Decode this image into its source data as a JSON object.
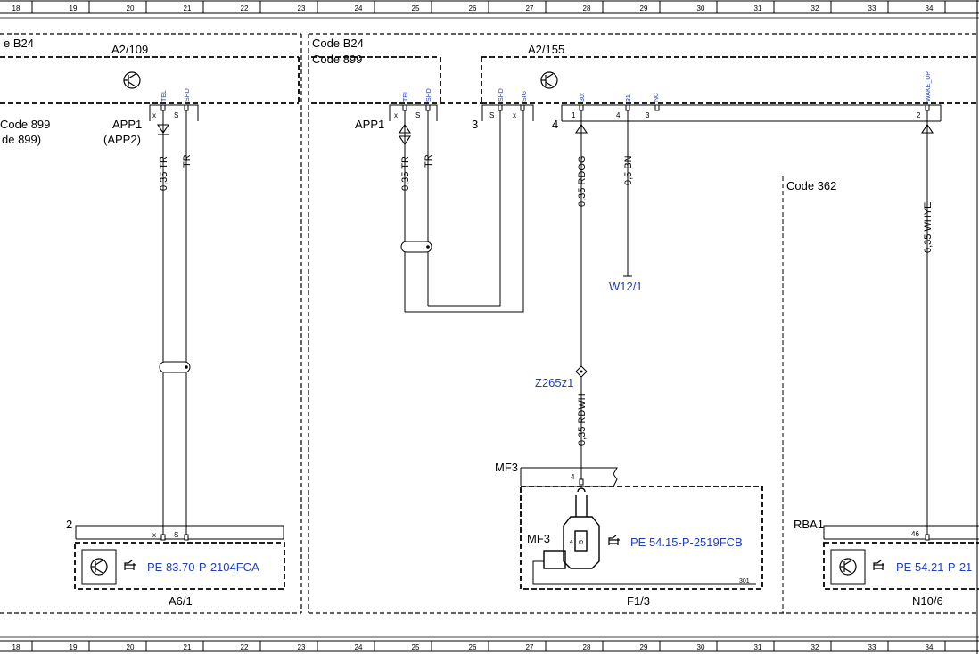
{
  "grid": {
    "columns": [
      "18",
      "19",
      "20",
      "21",
      "22",
      "23",
      "24",
      "25",
      "26",
      "27",
      "28",
      "29",
      "30",
      "31",
      "32",
      "33",
      "34"
    ]
  },
  "colors": {
    "link": "#1f3fbf",
    "line": "#000000"
  },
  "labels": {
    "code_b24_left": "e B24",
    "a2_109": "A2/109",
    "code_b24": "Code B24",
    "code_899": "Code 899",
    "a2_155": "A2/155",
    "code_899_left": "Code 899",
    "code_899_left2": "de 899)",
    "app1_left": "APP1",
    "app2_left": "(APP2)",
    "app1_mid": "APP1",
    "num_3": "3",
    "num_4": "4",
    "code_362": "Code 362",
    "num_2": "2",
    "mf3_top": "MF3",
    "mf3_inner": "MF3",
    "rba1": "RBA1",
    "a6_1": "A6/1",
    "f1_3": "F1/3",
    "n10_6": "N10/6"
  },
  "pins": {
    "tel1": "TEL",
    "shd1": "SHD",
    "tel2": "TEL",
    "shd2": "SHD",
    "shd3": "SHD",
    "sig3": "SIG",
    "p301": "30t",
    "p31": "31",
    "pnc": "NC",
    "wake": "WAKE_UP"
  },
  "connectors": {
    "x1": "x",
    "s1": "S",
    "x2": "x",
    "s2": "S",
    "s3": "S",
    "x3": "x",
    "n1": "1",
    "n4": "4",
    "n3": "3",
    "n2": "2",
    "xb": "x",
    "sb": "S",
    "mf4": "4",
    "mf5": "5",
    "mf4b": "4",
    "p301b": "301",
    "p46": "46"
  },
  "wires": {
    "w1": "0,35 TR",
    "w2": "TR",
    "w3": "0,35 TR",
    "w4": "TR",
    "w5": "0,35 RDOG",
    "w6": "0,5 BN",
    "w7": "0,35 WHYE",
    "w8": "0,35 RDWH"
  },
  "links": {
    "w12": "W12/1",
    "z265": "Z265z1",
    "pe1": "PE 83.70-P-2104FCA",
    "pe2": "PE 54.15-P-2519FCB",
    "pe3": "PE 54.21-P-21"
  }
}
